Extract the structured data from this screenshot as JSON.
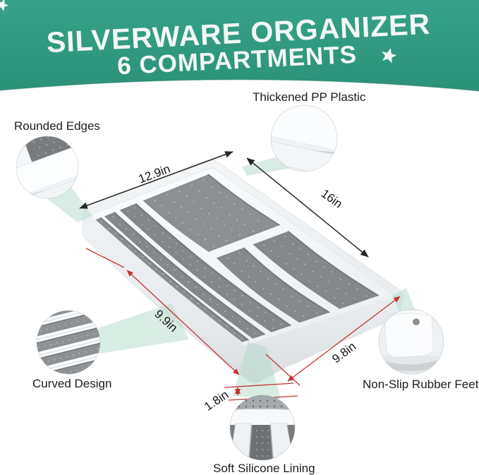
{
  "header": {
    "title": "SILVERWARE ORGANIZER",
    "subtitle": "6 COMPARTMENTS"
  },
  "callouts": {
    "rounded_edges": "Rounded Edges",
    "thickened_pp": "Thickened PP Plastic",
    "curved_design": "Curved Design",
    "non_slip_feet": "Non-Slip Rubber Feet",
    "soft_silicone": "Soft Silicone Lining"
  },
  "dimensions": {
    "width": "12.9in",
    "length": "16in",
    "left_edge": "9.9in",
    "front_edge": "9.8in",
    "height": "1.8in"
  },
  "colors": {
    "banner_teal": "#2f9a81",
    "dimension_black": "#262626",
    "dimension_red": "#c5332f",
    "beam_mint": "#b4d9c9",
    "tray_white": "#f7f9fa",
    "liner_gray": "#85888b"
  }
}
